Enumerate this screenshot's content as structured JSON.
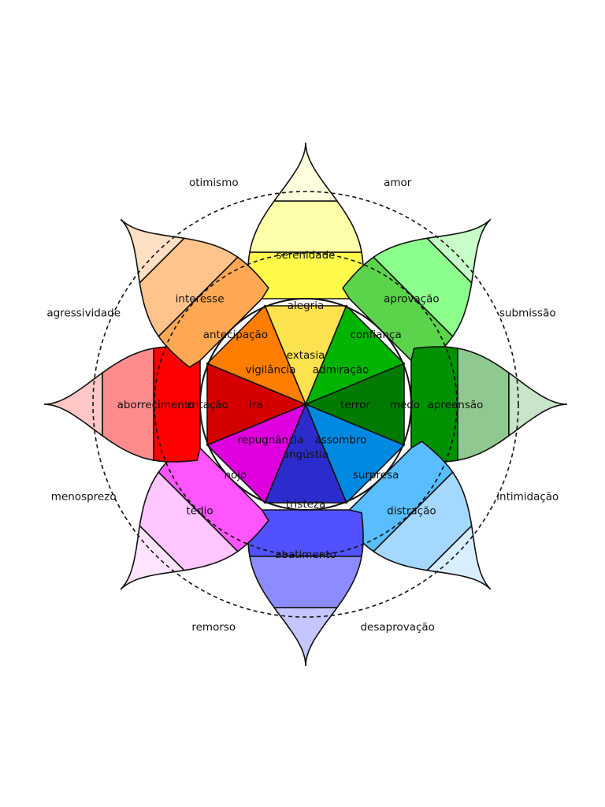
{
  "petals": [
    {
      "id": "yellow",
      "angle": 0,
      "layers": [
        {
          "label": "extasia",
          "color": "#fde24f"
        },
        {
          "label": "alegria",
          "color": "#fffb4a"
        },
        {
          "label": "serenidade",
          "color": "#ffffaa"
        },
        {
          "label": "",
          "color": "#ffffe0"
        }
      ]
    },
    {
      "id": "green",
      "angle": 45,
      "layers": [
        {
          "label": "admiração",
          "color": "#00b400"
        },
        {
          "label": "confiança",
          "color": "#5bd44c"
        },
        {
          "label": "aprovação",
          "color": "#8cff8c"
        },
        {
          "label": "",
          "color": "#c8ffc8"
        }
      ]
    },
    {
      "id": "darkgreen",
      "angle": 90,
      "layers": [
        {
          "label": "terror",
          "color": "#007a00"
        },
        {
          "label": "medo",
          "color": "#009100"
        },
        {
          "label": "apreensão",
          "color": "#8fc98f"
        },
        {
          "label": "",
          "color": "#c9e4c9"
        }
      ]
    },
    {
      "id": "blue",
      "angle": 135,
      "layers": [
        {
          "label": "assombro",
          "color": "#0089e0"
        },
        {
          "label": "surpresa",
          "color": "#59bdff"
        },
        {
          "label": "distração",
          "color": "#a5d8ff"
        },
        {
          "label": "",
          "color": "#d8eeff"
        }
      ]
    },
    {
      "id": "indigo",
      "angle": 180,
      "layers": [
        {
          "label": "angústia",
          "color": "#2c2ccc"
        },
        {
          "label": "tristeza",
          "color": "#5151ff"
        },
        {
          "label": "abatimento",
          "color": "#8c8cff"
        },
        {
          "label": "",
          "color": "#c6c6ff"
        }
      ]
    },
    {
      "id": "magenta",
      "angle": 225,
      "layers": [
        {
          "label": "repugnância",
          "color": "#de00de"
        },
        {
          "label": "nojo",
          "color": "#ff55ff"
        },
        {
          "label": "tédio",
          "color": "#ffc6ff"
        },
        {
          "label": "",
          "color": "#ffe4ff"
        }
      ]
    },
    {
      "id": "red",
      "angle": 270,
      "layers": [
        {
          "label": "ira",
          "color": "#d40000"
        },
        {
          "label": "irritação",
          "color": "#ff0000"
        },
        {
          "label": "aborrecimento",
          "color": "#ff8c8c"
        },
        {
          "label": "",
          "color": "#ffc6c6"
        }
      ]
    },
    {
      "id": "orange",
      "angle": 315,
      "layers": [
        {
          "label": "vigilância",
          "color": "#ff7d00"
        },
        {
          "label": "antecipação",
          "color": "#ffa854"
        },
        {
          "label": "interesse",
          "color": "#ffc48c"
        },
        {
          "label": "",
          "color": "#ffdfc3"
        }
      ]
    }
  ],
  "dyads": [
    {
      "label": "amor",
      "angle": 22.5
    },
    {
      "label": "submissão",
      "angle": 67.5
    },
    {
      "label": "intimidação",
      "angle": 112.5
    },
    {
      "label": "desaprovação",
      "angle": 157.5
    },
    {
      "label": "remorso",
      "angle": 202.5
    },
    {
      "label": "menosprezo",
      "angle": 247.5
    },
    {
      "label": "agressividade",
      "angle": 292.5
    },
    {
      "label": "otimismo",
      "angle": 337.5
    }
  ]
}
